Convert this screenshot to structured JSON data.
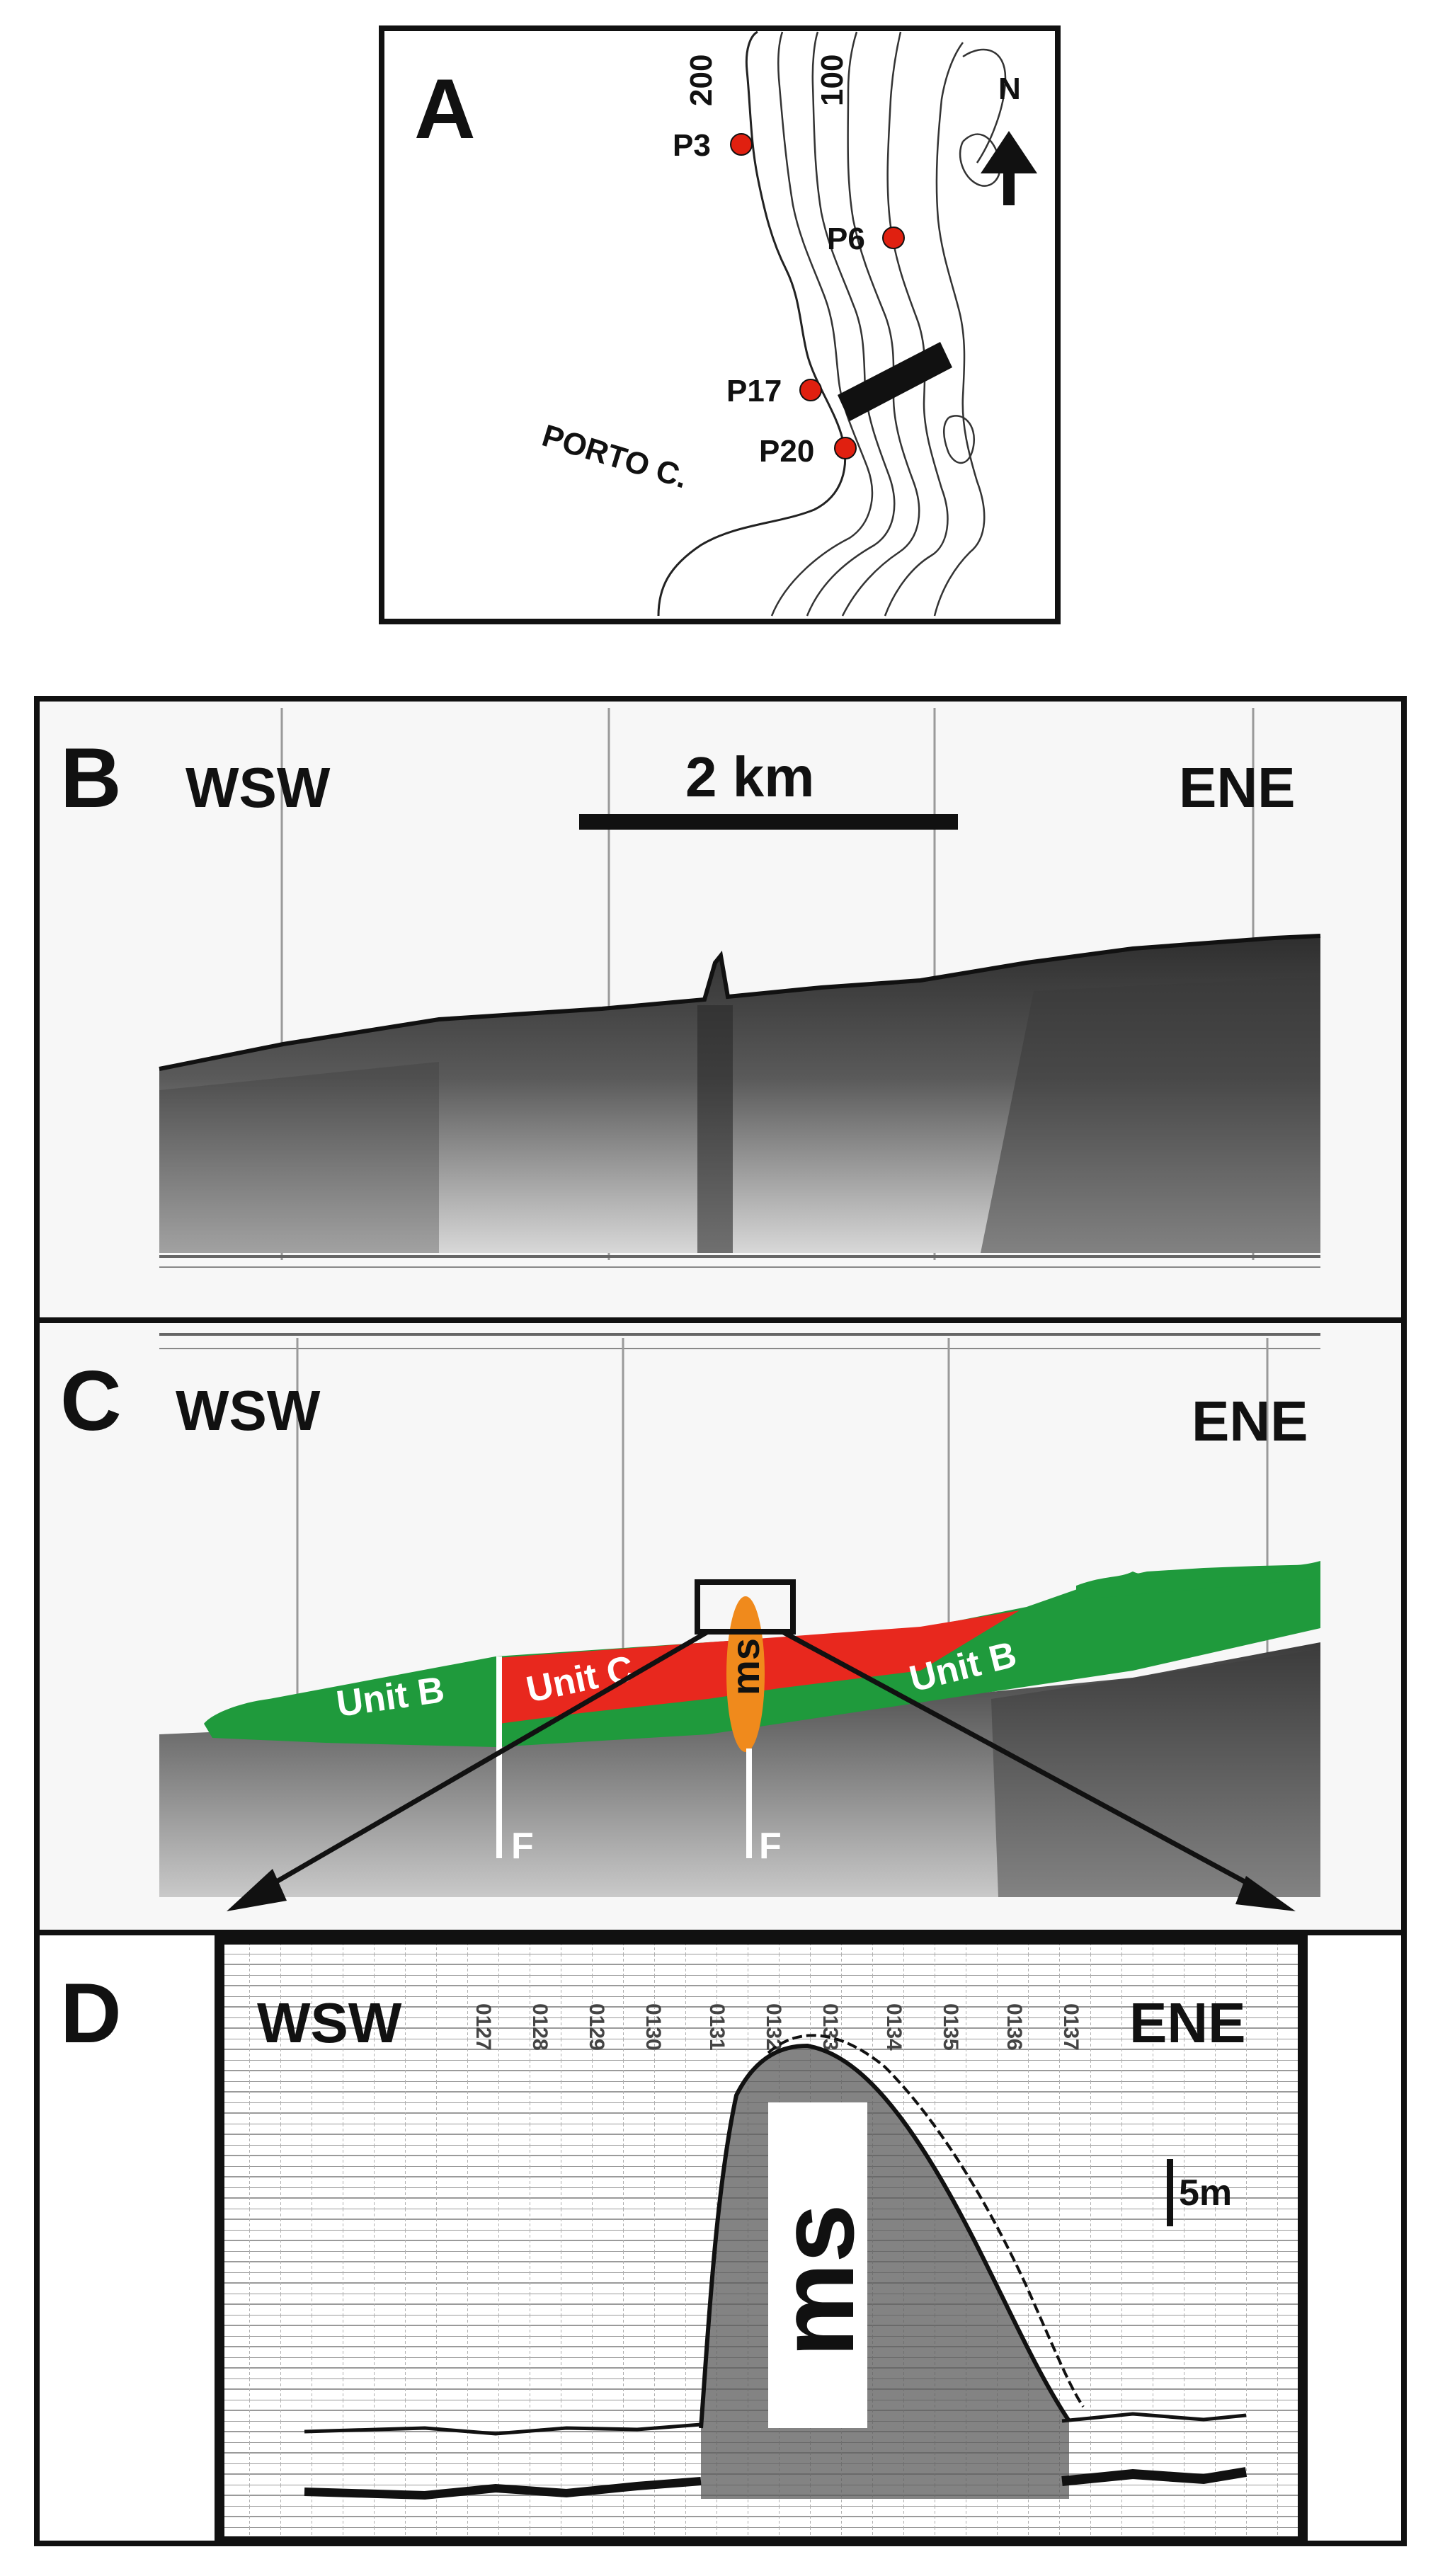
{
  "panels": {
    "a": {
      "letter": "A",
      "north": "N",
      "contours": [
        "200",
        "100"
      ],
      "stations": [
        "P3",
        "P6",
        "P17",
        "P20"
      ],
      "place": "PORTO C."
    },
    "b": {
      "letter": "B",
      "left_dir": "WSW",
      "right_dir": "ENE",
      "scale": "2 km"
    },
    "c": {
      "letter": "C",
      "left_dir": "WSW",
      "right_dir": "ENE",
      "unit_b_left": "Unit B",
      "unit_c": "Unit C",
      "unit_b_right": "Unit B",
      "ms": "ms",
      "fault_left": "F",
      "fault_right": "F"
    },
    "d": {
      "letter": "D",
      "left_dir": "WSW",
      "right_dir": "ENE",
      "ms": "ms",
      "scale": "5m",
      "ticks": [
        "0127",
        "0128",
        "0129",
        "0130",
        "0131",
        "0132",
        "0133",
        "0134",
        "0135",
        "0136",
        "0137"
      ]
    }
  },
  "colors": {
    "unit_b": "#1f9a3c",
    "unit_c": "#e8281e",
    "ms": "#f08a1c",
    "station": "#e02010",
    "frame": "#111111"
  }
}
